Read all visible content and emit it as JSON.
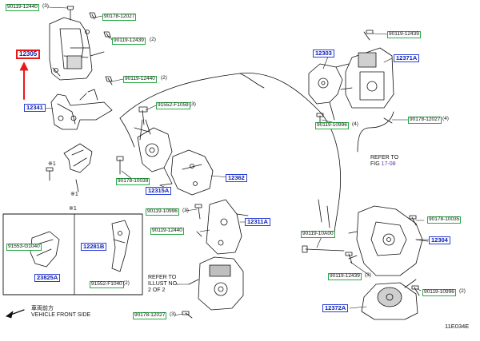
{
  "colors": {
    "part_box": "#2a3fd8",
    "clip_box": "#2aa845",
    "highlight": "#e81818",
    "fig_ref": "#6a2ac0",
    "line": "#111111"
  },
  "labels": {
    "top_bolt_1": {
      "part": "90119-12440",
      "qty": "(3)"
    },
    "top_nut": {
      "part": "90178-12027",
      "qty": ""
    },
    "top_bolt_2": {
      "part": "90119-12439",
      "qty": "(2)"
    },
    "highlight_part": {
      "part": "12305"
    },
    "bolt_mid_left": {
      "part": "90119-12440",
      "qty": "(2)"
    },
    "part_12341": {
      "part": "12341"
    },
    "stud_mid": {
      "part": "91552-F1059",
      "qty": "(3)"
    },
    "star_1": {
      "text": "※1"
    },
    "star_2": {
      "text": "※1"
    },
    "bolt_10039": {
      "part": "90178-10039",
      "qty": ""
    },
    "part_12315A": {
      "part": "12315A"
    },
    "part_12362": {
      "part": "12362"
    },
    "right_top_bolt": {
      "part": "90119-12439",
      "qty": ""
    },
    "part_12303": {
      "part": "12303"
    },
    "part_12371A": {
      "part": "12371A"
    },
    "bolt_10996_a": {
      "part": "90119-10996",
      "qty": "(4)"
    },
    "nut_12027_a": {
      "part": "90178-12027",
      "qty": "(4)"
    },
    "refer_fig": {
      "line1": "REFER TO",
      "line2": "FIG",
      "fig": "17-08"
    },
    "inset_star": {
      "text": "※1"
    },
    "clip_91553": {
      "part": "91553-G1040",
      "qty": ""
    },
    "part_23825A": {
      "part": "23825A"
    },
    "part_12281B": {
      "part": "12281B"
    },
    "clip_91552": {
      "part": "91552-F1040",
      "qty": "(2)"
    },
    "bolt_10996_b": {
      "part": "90119-10996",
      "qty": "(3)"
    },
    "bolt_12440": {
      "part": "90119-12440",
      "qty": ""
    },
    "part_12311A": {
      "part": "12311A"
    },
    "nut_10035": {
      "part": "90178-10035",
      "qty": ""
    },
    "bolt_10A00": {
      "part": "90119-10A00",
      "qty": ""
    },
    "part_12304": {
      "part": "12304"
    },
    "bolt_12439": {
      "part": "90119-12439",
      "qty": "(3)"
    },
    "bolt_10996_c": {
      "part": "90119-10996",
      "qty": "(2)"
    },
    "part_12372A": {
      "part": "12372A"
    },
    "refer_illust": {
      "line1": "REFER TO",
      "line2": "ILLUST NO.",
      "line3": "2 OF 2"
    },
    "nut_12027_b": {
      "part": "90178-12027",
      "qty": "(3)"
    },
    "vehicle_front": {
      "jp": "車両前方",
      "en": "VEHICLE FRONT SIDE"
    },
    "figure_code": {
      "text": "11E034E"
    }
  }
}
